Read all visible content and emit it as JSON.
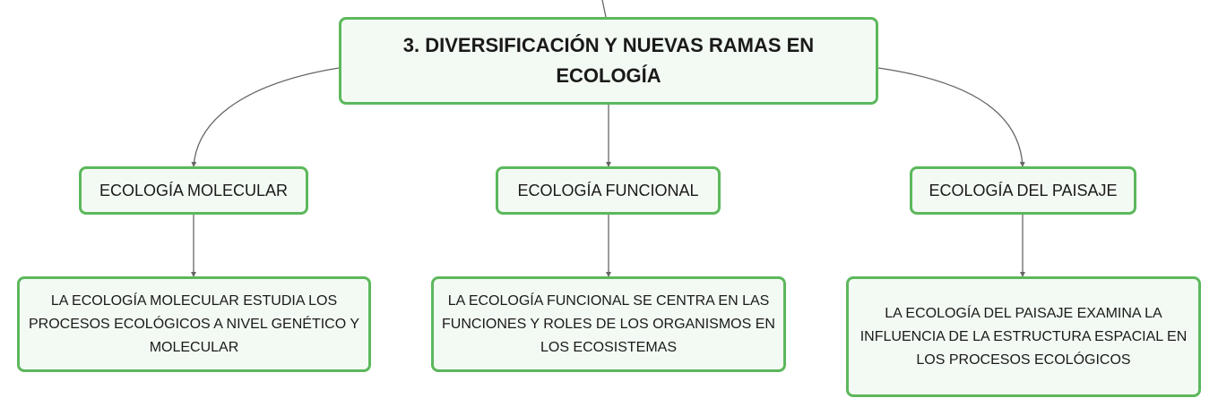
{
  "main_topic": {
    "title": "3. DIVERSIFICACIÓN Y NUEVAS RAMAS EN ECOLOGÍA"
  },
  "branches": [
    {
      "label": "ECOLOGÍA MOLECULAR",
      "description": "LA ECOLOGÍA MOLECULAR ESTUDIA LOS PROCESOS ECOLÓGICOS A NIVEL GENÉTICO Y MOLECULAR"
    },
    {
      "label": "ECOLOGÍA FUNCIONAL",
      "description": "LA ECOLOGÍA FUNCIONAL SE CENTRA EN LAS FUNCIONES Y ROLES DE LOS ORGANISMOS EN LOS ECOSISTEMAS"
    },
    {
      "label": "ECOLOGÍA DEL PAISAJE",
      "description": "LA ECOLOGÍA DEL PAISAJE EXAMINA LA INFLUENCIA DE LA ESTRUCTURA ESPACIAL EN LOS PROCESOS ECOLÓGICOS"
    }
  ],
  "colors": {
    "node_border": "#5cb85c",
    "node_fill": "#f3faf3",
    "connector": "#666666",
    "text": "#1a1a1a"
  }
}
